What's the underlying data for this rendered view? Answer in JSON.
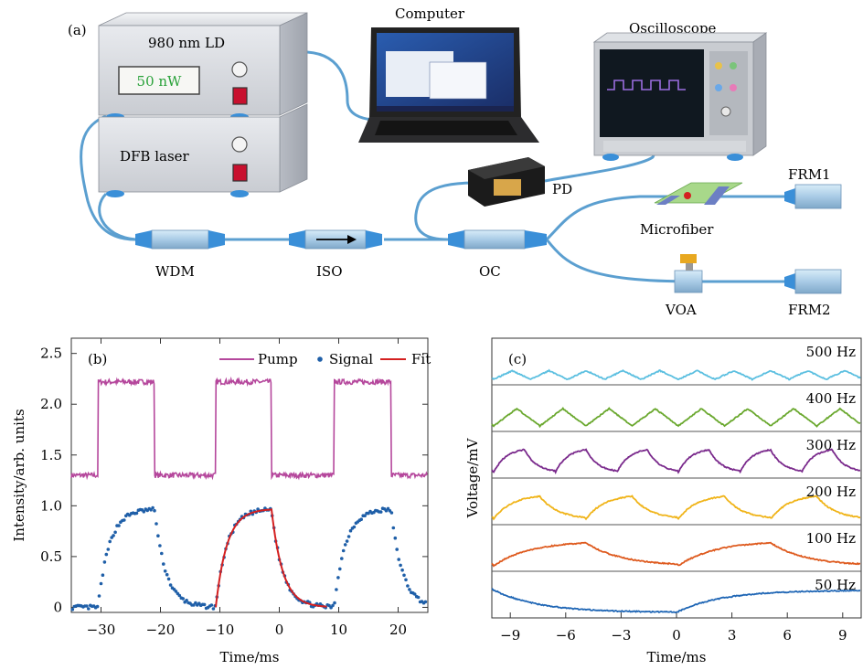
{
  "setup": {
    "panel_label": "(a)",
    "ld_title": "980 nm LD",
    "ld_display": "50 nW",
    "dfb_title": "DFB laser",
    "computer_label": "Computer",
    "osc_label": "Oscilloscope",
    "pd_label": "PD",
    "frm1_label": "FRM1",
    "frm2_label": "FRM2",
    "microfiber_label": "Microfiber",
    "wdm_label": "WDM",
    "iso_label": "ISO",
    "oc_label": "OC",
    "voa_label": "VOA",
    "colors": {
      "fiber": "#5b9fd0",
      "connector": "#3a8fd8",
      "display_text": "#2aa23a",
      "button_red": "#c8102e"
    }
  },
  "chart_data": [
    {
      "type": "line",
      "panel_label": "(b)",
      "xlabel": "Time/ms",
      "ylabel": "Intensity/arb. units",
      "xlim": [
        -35,
        25
      ],
      "ylim": [
        -0.05,
        2.65
      ],
      "xticks": [
        -30,
        -20,
        -10,
        0,
        10,
        20
      ],
      "xtick_labels": [
        "−30",
        "−20",
        "−10",
        "0",
        "10",
        "20"
      ],
      "yticks": [
        0,
        0.5,
        1.0,
        1.5,
        2.0,
        2.5
      ],
      "ytick_labels": [
        "0",
        "0.5",
        "1.0",
        "1.5",
        "2.0",
        "2.5"
      ],
      "legend_position": "top-right",
      "series": [
        {
          "name": "Pump",
          "style": "line",
          "color": "#b5479c",
          "low": 1.3,
          "high": 2.22,
          "on_intervals": [
            [
              -30.5,
              -21
            ],
            [
              -10.7,
              -1.3
            ],
            [
              9.2,
              18.8
            ]
          ]
        },
        {
          "name": "Signal",
          "style": "dots",
          "color": "#1f5fa8",
          "low": 0.0,
          "high": 0.97,
          "on_intervals": [
            [
              -30.5,
              -21
            ],
            [
              -10.7,
              -1.3
            ],
            [
              9.2,
              18.8
            ]
          ],
          "rise_tau_ms": 1.9,
          "fall_tau_ms": 1.9
        },
        {
          "name": "Fit",
          "style": "line",
          "color": "#d42020",
          "x_range": [
            -10.7,
            8
          ],
          "low": 0.0,
          "high": 0.97
        }
      ]
    },
    {
      "type": "line",
      "panel_label": "(c)",
      "xlabel": "Time/ms",
      "ylabel": "Voltage/mV",
      "xlim": [
        -10,
        10
      ],
      "xticks": [
        -9,
        -6,
        -3,
        0,
        3,
        6,
        9
      ],
      "xtick_labels": [
        "−9",
        "−6",
        "−3",
        "0",
        "3",
        "6",
        "9"
      ],
      "series": [
        {
          "name": "500 Hz",
          "color": "#5bbfe0",
          "frequency_hz": 500,
          "shape": "triangle"
        },
        {
          "name": "400 Hz",
          "color": "#6aa82e",
          "frequency_hz": 400,
          "shape": "triangle"
        },
        {
          "name": "300 Hz",
          "color": "#7a2a8c",
          "frequency_hz": 300,
          "shape": "exp"
        },
        {
          "name": "200 Hz",
          "color": "#f0b419",
          "frequency_hz": 200,
          "shape": "exp"
        },
        {
          "name": "100 Hz",
          "color": "#de5a1e",
          "frequency_hz": 100,
          "shape": "exp"
        },
        {
          "name": "50 Hz",
          "color": "#1f66b5",
          "frequency_hz": 50,
          "shape": "exp"
        }
      ]
    }
  ]
}
